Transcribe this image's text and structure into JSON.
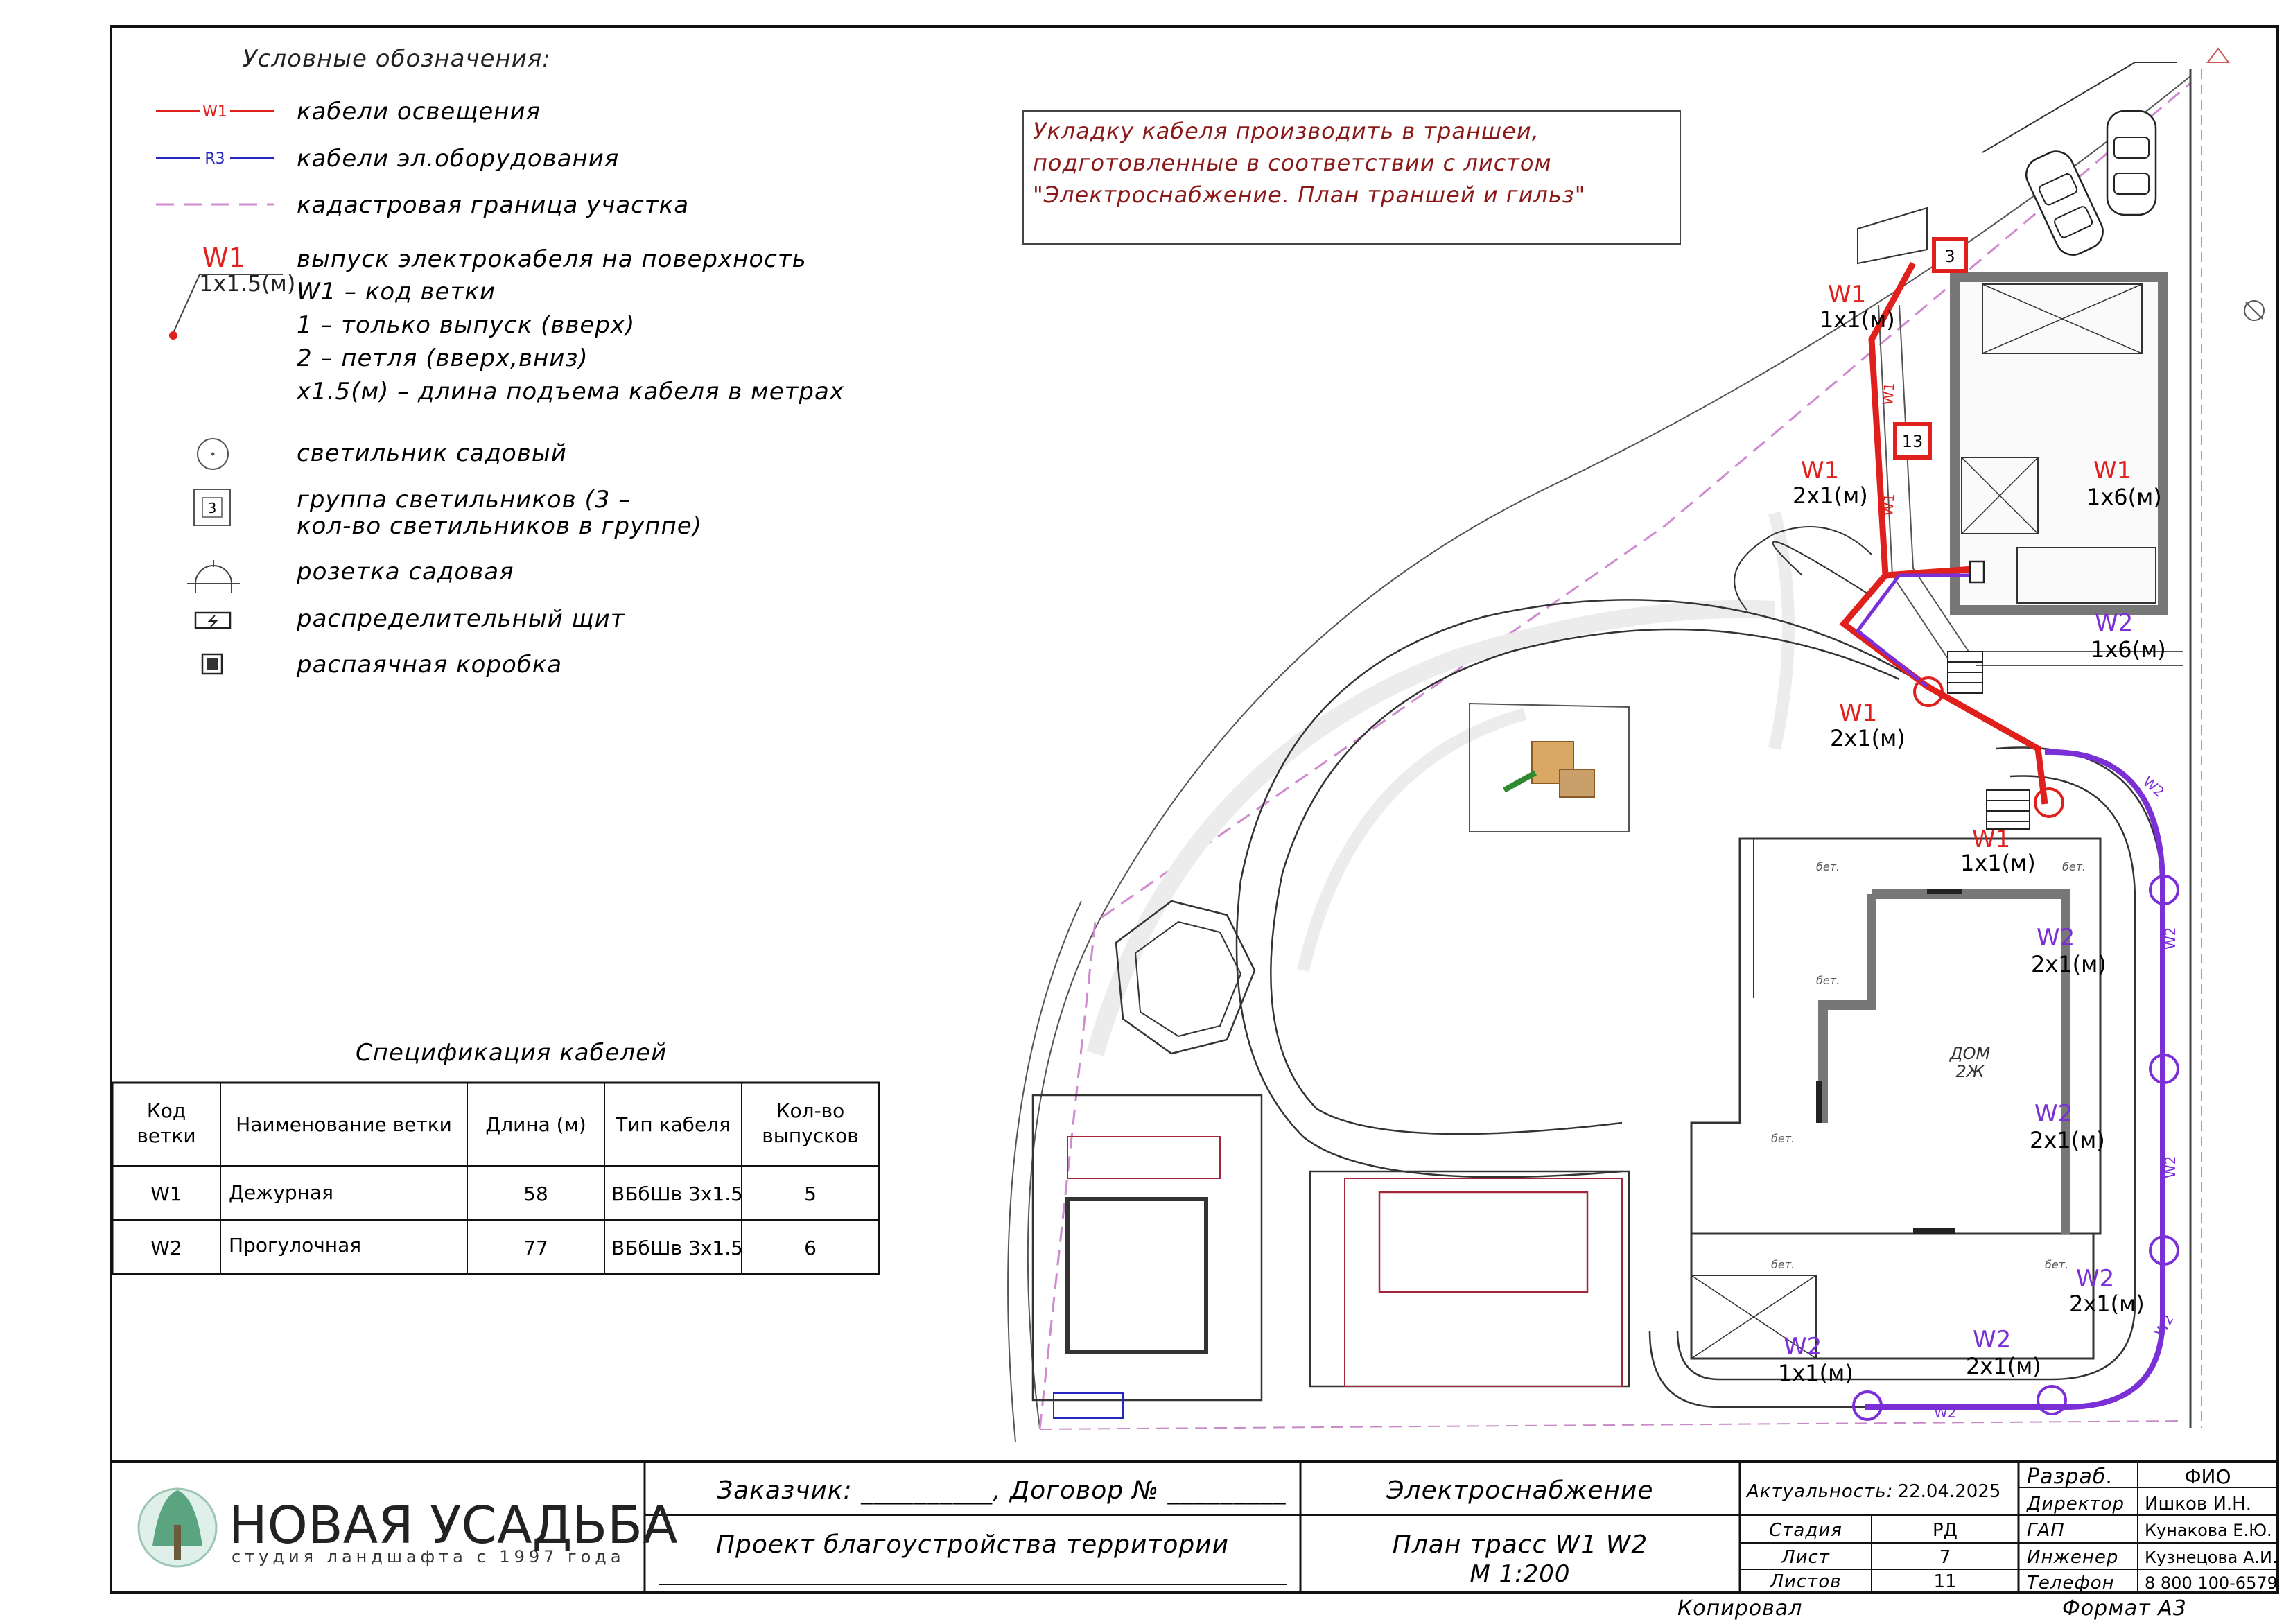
{
  "legend": {
    "title": "Условные обозначения:",
    "items": [
      {
        "line_label": "W1",
        "text": "кабели освещения"
      },
      {
        "line_label": "R3",
        "text": "кабели эл.оборудования"
      },
      {
        "line_label": "",
        "text": "кадастровая граница участка"
      }
    ],
    "outlet": {
      "code": "W1",
      "len": "1x1.5(м)",
      "lines": [
        "выпуск электрокабеля на поверхность",
        "W1 – код ветки",
        "1 – только выпуск (вверх)",
        "2 – петля (вверх,вниз)",
        "x1.5(м) – длина подъема кабеля в метрах"
      ]
    },
    "symbols": [
      {
        "icon": "garden-light-icon",
        "text": "светильник садовый"
      },
      {
        "icon": "light-group-icon",
        "num": "3",
        "text": "группа светильников (3 –",
        "text2": "кол-во светильников в группе)"
      },
      {
        "icon": "garden-socket-icon",
        "text": "розетка садовая"
      },
      {
        "icon": "distribution-board-icon",
        "text": "распределительный щит"
      },
      {
        "icon": "junction-box-icon",
        "text": "распаячная коробка"
      }
    ]
  },
  "note": {
    "line1": "Укладку кабеля производить в траншеи,",
    "line2": "подготовленные в соответствии с листом",
    "line3": "\"Электроснабжение. План траншей и гильз\""
  },
  "spec": {
    "title": "Спецификация кабелей",
    "headers": [
      [
        "Код",
        "ветки"
      ],
      [
        "Наименование ветки"
      ],
      [
        "Длина (м)"
      ],
      [
        "Тип кабеля"
      ],
      [
        "Кол-во",
        "выпусков"
      ]
    ],
    "rows": [
      [
        "W1",
        "Дежурная",
        "58",
        "ВБбШв 3x1.5",
        "5"
      ],
      [
        "W2",
        "Прогулочная",
        "77",
        "ВБбШв 3x1.5",
        "6"
      ]
    ]
  },
  "plan": {
    "groups": [
      "3",
      "13"
    ],
    "house_label1": "ДОМ",
    "house_label2": "2Ж",
    "bet": "бет.",
    "labels": [
      {
        "code": "W1",
        "len": "1x1(м)"
      },
      {
        "code": "W1",
        "len": "2x1(м)"
      },
      {
        "code": "W1",
        "len": "1x6(м)"
      },
      {
        "code": "W2",
        "len": "1x6(м)"
      },
      {
        "code": "W1",
        "len": "2x1(м)"
      },
      {
        "code": "W1",
        "len": "1x1(м)"
      },
      {
        "code": "W2",
        "len": "2x1(м)"
      },
      {
        "code": "W2",
        "len": "2x1(м)"
      },
      {
        "code": "W2",
        "len": "2x1(м)"
      },
      {
        "code": "W2",
        "len": "2x1(м)"
      },
      {
        "code": "W2",
        "len": "1x1(м)"
      }
    ],
    "line_tags": [
      "W1",
      "W2"
    ]
  },
  "title_block": {
    "logo_main": "НОВАЯ УСАДЬБА",
    "logo_sub": "студия ландшафта с 1997 года",
    "customer": "Заказчик: __________, Договор № _________",
    "project": "Проект благоустройства территории",
    "section": "Электроснабжение",
    "sheet_title": "План трасс W1 W2",
    "scale": "М 1:200",
    "actuality_label": "Актуальность:",
    "actuality_date": "22.04.2025",
    "stage_label": "Стадия",
    "stage_value": "РД",
    "sheet_label": "Лист",
    "sheet_value": "7",
    "sheets_label": "Листов",
    "sheets_value": "11",
    "roles": [
      {
        "role": "Разраб.",
        "name": "ФИО"
      },
      {
        "role": "Директор",
        "name": "Ишков И.Н."
      },
      {
        "role": "ГАП",
        "name": "Кунакова Е.Ю."
      },
      {
        "role": "Инженер",
        "name": "Кузнецова А.И."
      },
      {
        "role": "Телефон",
        "name": "8 800 100-6579"
      }
    ],
    "copied": "Копировал",
    "format": "Формат А3"
  },
  "colors": {
    "w1": "#e0201c",
    "w2": "#7b2fd6",
    "cadastre": "#d08ad0",
    "note_text": "#8a1a1a"
  }
}
